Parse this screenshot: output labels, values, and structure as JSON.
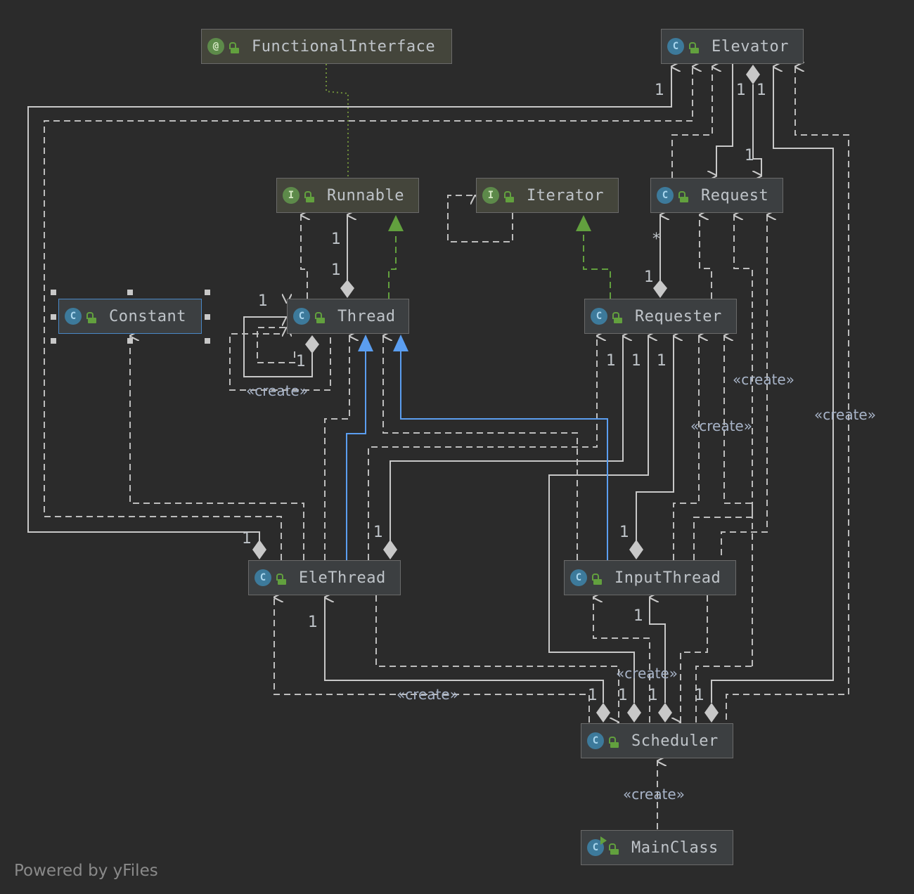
{
  "nodes": {
    "functional_interface": {
      "name": "FunctionalInterface",
      "kind": "annotation",
      "badge": "@"
    },
    "elevator": {
      "name": "Elevator",
      "kind": "class",
      "badge": "C"
    },
    "runnable": {
      "name": "Runnable",
      "kind": "interface",
      "badge": "I"
    },
    "iterator": {
      "name": "Iterator",
      "kind": "interface",
      "badge": "I"
    },
    "request": {
      "name": "Request",
      "kind": "class",
      "badge": "C"
    },
    "constant": {
      "name": "Constant",
      "kind": "class",
      "badge": "C",
      "selected": true
    },
    "thread": {
      "name": "Thread",
      "kind": "class",
      "badge": "C"
    },
    "requester": {
      "name": "Requester",
      "kind": "class",
      "badge": "C"
    },
    "elethread": {
      "name": "EleThread",
      "kind": "class",
      "badge": "C"
    },
    "inputthread": {
      "name": "InputThread",
      "kind": "class",
      "badge": "C"
    },
    "scheduler": {
      "name": "Scheduler",
      "kind": "class",
      "badge": "C"
    },
    "mainclass": {
      "name": "MainClass",
      "kind": "main-class",
      "badge": "C"
    }
  },
  "labels": {
    "one": "1",
    "many": "*",
    "create": "«create»"
  },
  "footer": "Powered by yFiles",
  "colors": {
    "background": "#2b2b2b",
    "edge": "#c8c8c8",
    "dashed_edge": "#bdbdbd",
    "realization": "#62a03e",
    "inheritance": "#5b9ef0",
    "annotation_link": "#6f8f3a",
    "selection": "#4a88c7"
  }
}
